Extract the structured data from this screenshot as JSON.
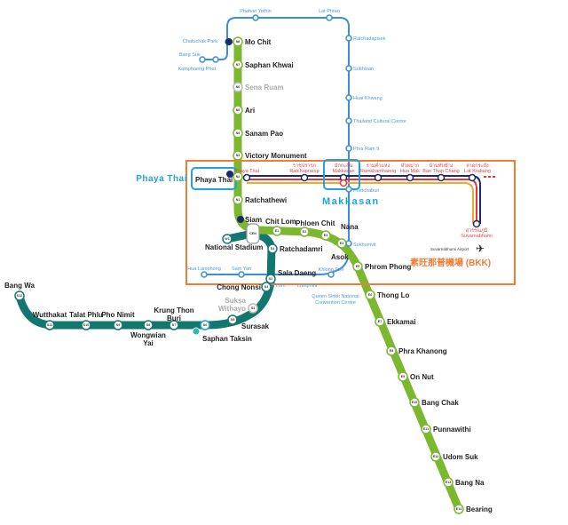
{
  "colors": {
    "sukhumvit_line": "#7cb82f",
    "silom_line": "#12786f",
    "mrt_line": "#3b8fd9",
    "airport_navy": "#1c2a6b",
    "airport_red": "#e8343b",
    "airport_orange": "#f6a623",
    "highlight_box": "#ee7d35",
    "focus_box": "#1fa3e0"
  },
  "callouts": {
    "phaya_thai": "Phaya Thai",
    "makkasan": "Makkasan",
    "bkk": "素旺那普機場 (BKK)",
    "airport_icon_label": "Suvarnabhumi Airport"
  },
  "sukhumvit_line": [
    {
      "code": "N8",
      "name": "Mo Chit"
    },
    {
      "code": "N7",
      "name": "Saphan Khwai"
    },
    {
      "code": "N6",
      "name": "Sena Ruam"
    },
    {
      "code": "N5",
      "name": "Ari"
    },
    {
      "code": "N4",
      "name": "Sanam Pao"
    },
    {
      "code": "N3",
      "name": "Victory Monument"
    },
    {
      "code": "N2",
      "name": "Phaya Thai"
    },
    {
      "code": "N1",
      "name": "Ratchathewi"
    },
    {
      "code": "CEN",
      "name": "Siam"
    },
    {
      "code": "E1",
      "name": "Chit Lom"
    },
    {
      "code": "E2",
      "name": "Phloen Chit"
    },
    {
      "code": "E3",
      "name": "Nana"
    },
    {
      "code": "E4",
      "name": "Asok"
    },
    {
      "code": "E5",
      "name": "Phrom Phong"
    },
    {
      "code": "E6",
      "name": "Thong Lo"
    },
    {
      "code": "E7",
      "name": "Ekkamai"
    },
    {
      "code": "E8",
      "name": "Phra Khanong"
    },
    {
      "code": "E9",
      "name": "On Nut"
    },
    {
      "code": "E10",
      "name": "Bang Chak"
    },
    {
      "code": "E11",
      "name": "Punnawithi"
    },
    {
      "code": "E12",
      "name": "Udom Suk"
    },
    {
      "code": "E13",
      "name": "Bang Na"
    },
    {
      "code": "E14",
      "name": "Bearing"
    }
  ],
  "silom_line": [
    {
      "code": "W1",
      "name": "National Stadium"
    },
    {
      "code": "S1",
      "name": "Ratchadamri"
    },
    {
      "code": "S2",
      "name": "Sala Daeng"
    },
    {
      "code": "S3",
      "name": "Chong Nonsi"
    },
    {
      "code": "S4",
      "name": "Suksa Withayo"
    },
    {
      "code": "S5",
      "name": "Surasak"
    },
    {
      "code": "S6",
      "name": "Saphan Taksin"
    },
    {
      "code": "S7",
      "name": "Krung Thon Buri"
    },
    {
      "code": "S8",
      "name": "Wongwian Yai"
    },
    {
      "code": "S9",
      "name": "Pho Nimit"
    },
    {
      "code": "S10",
      "name": "Talat Phlu"
    },
    {
      "code": "S11",
      "name": "Wutthakat"
    },
    {
      "code": "S12",
      "name": "Bang Wa"
    }
  ],
  "mrt_line": [
    "Bang Sue",
    "Kamphaeng Phet",
    "Chatuchak Park",
    "Phahon Yothin",
    "Lat Phrao",
    "Ratchadapisek",
    "Sutthisan",
    "Huai Khwang",
    "Thailand Cultural Centre",
    "Phra Ram 9",
    "Phetchaburi",
    "Sukhumvit",
    "Queen Sirikit National Convention Centre",
    "Khlong Toei",
    "Lumphini",
    "Si Lom",
    "Sam Yan",
    "Hua Lamphong"
  ],
  "airport_link": [
    {
      "thai": "",
      "name": "Phaya Thai"
    },
    {
      "thai": "ราชปรารภ",
      "name": "Ratchaprarop"
    },
    {
      "thai": "มักกะสัน",
      "name": "Makkasan"
    },
    {
      "thai": "รามคำแหง",
      "name": "Ramkhamhaeng"
    },
    {
      "thai": "หัวหมาก",
      "name": "Hua Mak"
    },
    {
      "thai": "บ้านทับช้าง",
      "name": "Ban Thap Chang"
    },
    {
      "thai": "ลาดกระบัง",
      "name": "Lat Krabang"
    },
    {
      "thai": "สุวรรณภูมิ",
      "name": "Suvarnabhumi"
    }
  ]
}
